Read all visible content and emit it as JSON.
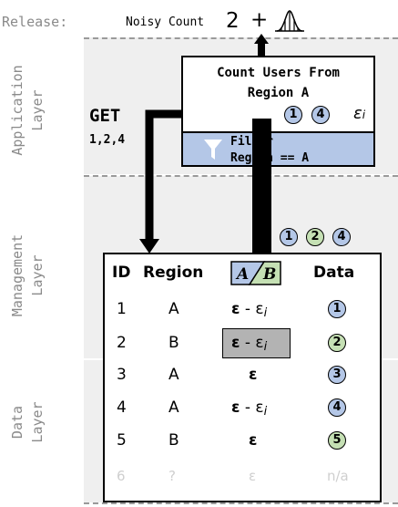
{
  "release": {
    "label": "Release:",
    "noisy_label": "Noisy Count",
    "value": "2",
    "plus": "+"
  },
  "layers": {
    "application": "Application\nLayer",
    "management": "Management\nLayer",
    "data": "Data\nLayer"
  },
  "app_box": {
    "title": "Count Users From\nRegion A",
    "badges": [
      "1",
      "4"
    ],
    "epsilon": "ε",
    "epsilon_sub": "i",
    "filter_text": "Filter\nRegion == A"
  },
  "get": {
    "label": "GET",
    "ids": "1,2,4"
  },
  "mgmt_badges": [
    "1",
    "2",
    "4"
  ],
  "table": {
    "headers": {
      "id": "ID",
      "region": "Region",
      "tag_a": "A",
      "tag_b": "B",
      "data": "Data"
    },
    "rows": [
      {
        "id": "1",
        "region": "A",
        "eps": "ε",
        "minus": " - ε",
        "sub": "i",
        "data": "1",
        "color": "blue"
      },
      {
        "id": "2",
        "region": "B",
        "eps": "ε",
        "minus": " - ε",
        "sub": "i",
        "data": "2",
        "color": "green",
        "highlight": true
      },
      {
        "id": "3",
        "region": "A",
        "eps": "ε",
        "minus": "",
        "sub": "",
        "data": "3",
        "color": "blue"
      },
      {
        "id": "4",
        "region": "A",
        "eps": "ε",
        "minus": " - ε",
        "sub": "i",
        "data": "4",
        "color": "blue"
      },
      {
        "id": "5",
        "region": "B",
        "eps": "ε",
        "minus": "",
        "sub": "",
        "data": "5",
        "color": "green"
      }
    ],
    "ghost_row": {
      "id": "6",
      "region": "?",
      "eps": "ε",
      "data": "n/a"
    }
  },
  "colors": {
    "blue": "#b4c7e7",
    "green": "#c5e0b4",
    "band": "#efefef",
    "highlight": "#b3b3b3",
    "ghost": "#cfcfcf"
  }
}
